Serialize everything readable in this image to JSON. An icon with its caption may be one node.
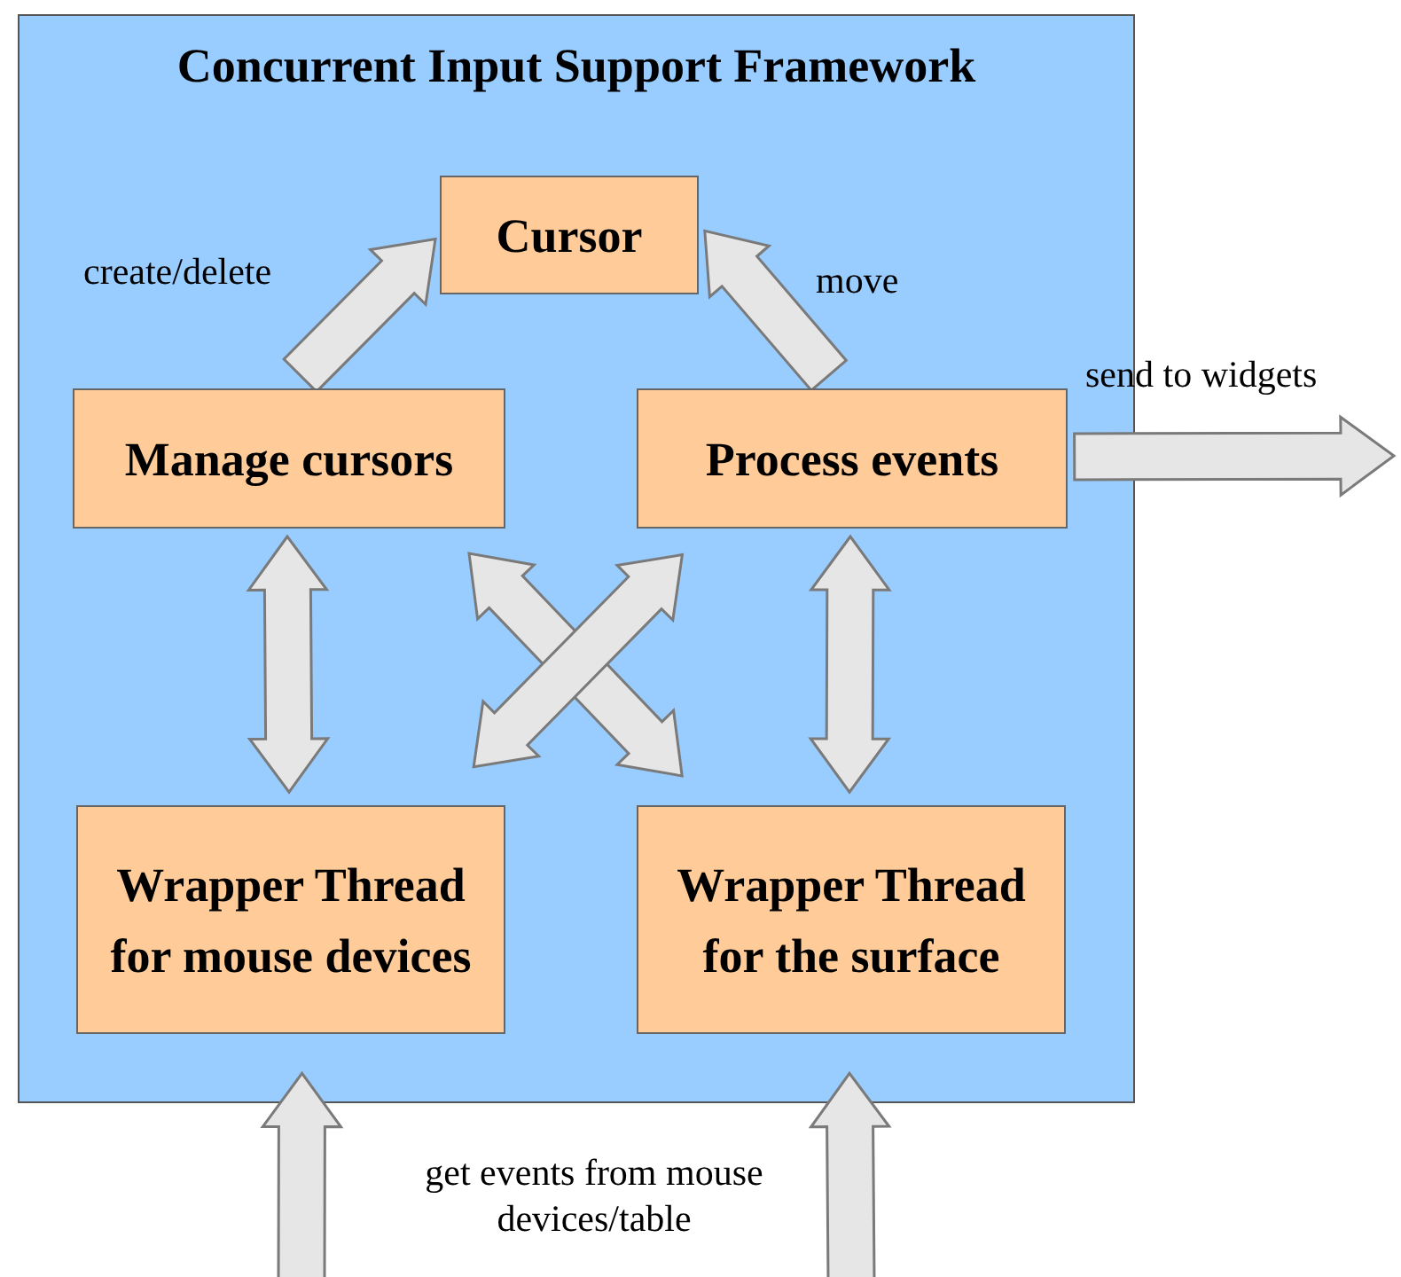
{
  "diagram": {
    "nodes": [
      {
        "text": [
          "Concurrent Input Support Framework"
        ]
      },
      {
        "text": [
          "Cursor"
        ],
        "in": 0
      },
      {
        "text": [
          "Manage cursors"
        ],
        "in": 0
      },
      {
        "text": [
          "Process events"
        ],
        "in": 0
      },
      {
        "text": [
          "Wrapper Thread for mouse devices"
        ],
        "in": 0
      },
      {
        "text": [
          "Wrapper Thread for the surface"
        ],
        "in": 0
      }
    ],
    "edges": [
      {
        "from": 2,
        "to": 1,
        "arrow": "to",
        "label": "create/delete"
      },
      {
        "from": 3,
        "to": 1,
        "arrow": "to",
        "label": "move"
      },
      {
        "from": 3,
        "to": null,
        "arrow": "to",
        "label": "send to widgets"
      },
      {
        "from": 2,
        "to": 4,
        "arrow": "both"
      },
      {
        "from": 3,
        "to": 5,
        "arrow": "both"
      },
      {
        "from": 2,
        "to": 5,
        "arrow": "both"
      },
      {
        "from": 3,
        "to": 4,
        "arrow": "both"
      },
      {
        "from": null,
        "to": 4,
        "arrow": "to"
      },
      {
        "from": null,
        "to": 5,
        "arrow": "to"
      }
    ],
    "labels": [
      "get events from mouse devices/table"
    ]
  }
}
